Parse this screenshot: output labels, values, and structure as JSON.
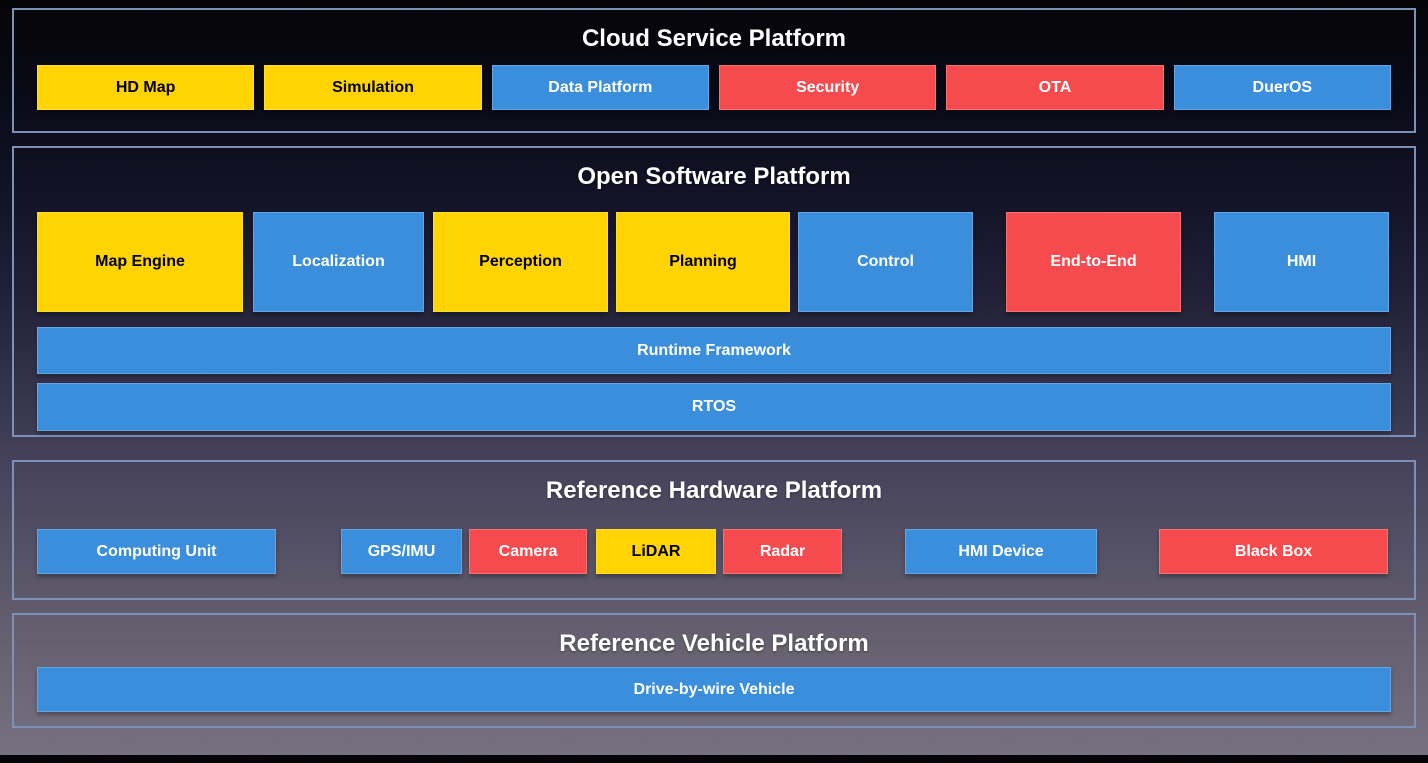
{
  "colors": {
    "yellow": "#ffd402",
    "blue": "#3a8edb",
    "red": "#f54b4e",
    "section_border": "#7d91b8",
    "title_text": "#ffffff",
    "background_top": "#050408",
    "background_bottom": "#767180"
  },
  "sections": {
    "cloud": {
      "title": "Cloud Service Platform",
      "boxes": [
        {
          "label": "HD Map",
          "color": "yellow"
        },
        {
          "label": "Simulation",
          "color": "yellow"
        },
        {
          "label": "Data Platform",
          "color": "blue"
        },
        {
          "label": "Security",
          "color": "red"
        },
        {
          "label": "OTA",
          "color": "red"
        },
        {
          "label": "DuerOS",
          "color": "blue"
        }
      ]
    },
    "software": {
      "title": "Open Software Platform",
      "modules": [
        {
          "label": "Map Engine",
          "color": "yellow"
        },
        {
          "label": "Localization",
          "color": "blue"
        },
        {
          "label": "Perception",
          "color": "yellow"
        },
        {
          "label": "Planning",
          "color": "yellow"
        },
        {
          "label": "Control",
          "color": "blue"
        },
        {
          "label": "End-to-End",
          "color": "red"
        },
        {
          "label": "HMI",
          "color": "blue"
        }
      ],
      "bars": [
        {
          "label": "Runtime Framework",
          "color": "blue"
        },
        {
          "label": "RTOS",
          "color": "blue"
        }
      ]
    },
    "hardware": {
      "title": "Reference Hardware Platform",
      "boxes": [
        {
          "label": "Computing Unit",
          "color": "blue"
        },
        {
          "label": "GPS/IMU",
          "color": "blue"
        },
        {
          "label": "Camera",
          "color": "red"
        },
        {
          "label": "LiDAR",
          "color": "yellow"
        },
        {
          "label": "Radar",
          "color": "red"
        },
        {
          "label": "HMI Device",
          "color": "blue"
        },
        {
          "label": "Black Box",
          "color": "red"
        }
      ]
    },
    "vehicle": {
      "title": "Reference Vehicle Platform",
      "bars": [
        {
          "label": "Drive-by-wire Vehicle",
          "color": "blue"
        }
      ]
    }
  }
}
